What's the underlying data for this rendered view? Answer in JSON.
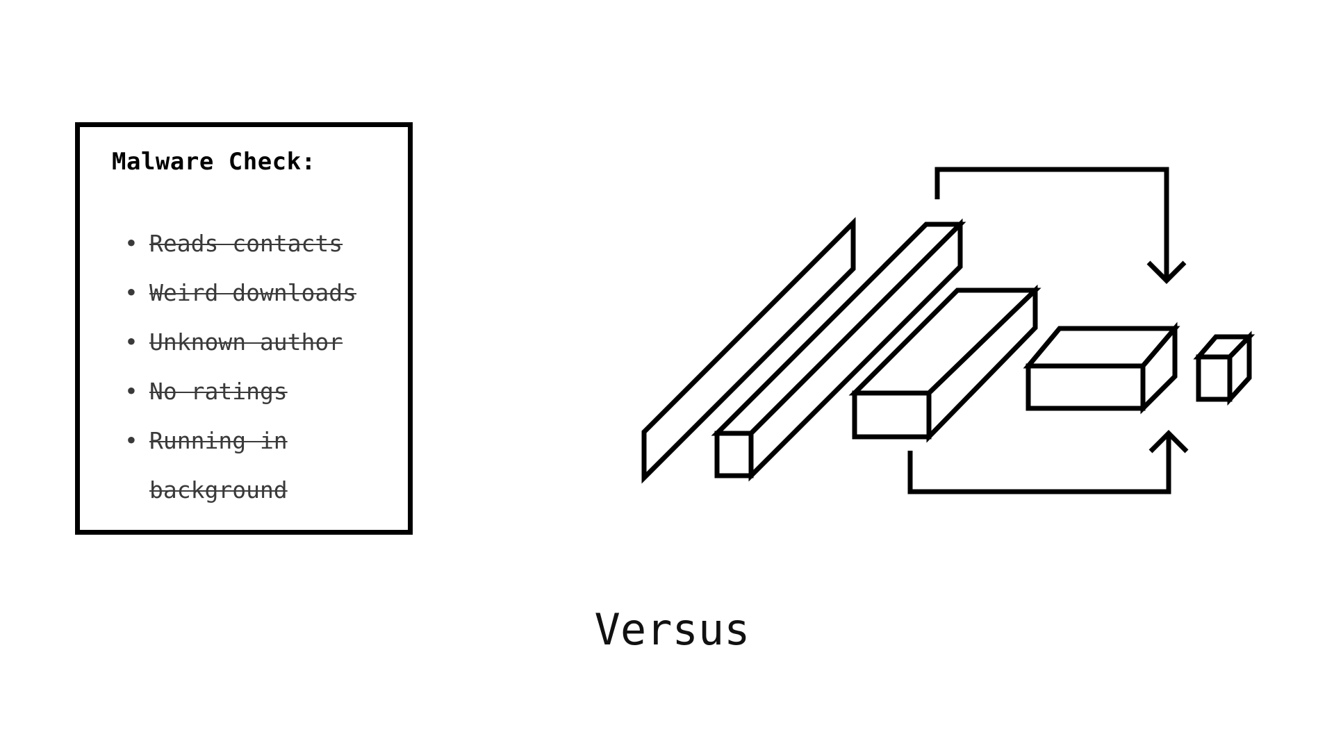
{
  "checklist": {
    "title": "Malware Check:",
    "bullet": "•",
    "items": [
      "Reads contacts",
      "Weird downloads",
      "Unknown author",
      "No ratings",
      "Running in background"
    ]
  },
  "caption": "Versus",
  "colors": {
    "stroke": "#000000",
    "background": "#ffffff",
    "struck_text": "#3a3a3a"
  },
  "icons": [
    "down-arrow-icon",
    "up-arrow-icon"
  ]
}
